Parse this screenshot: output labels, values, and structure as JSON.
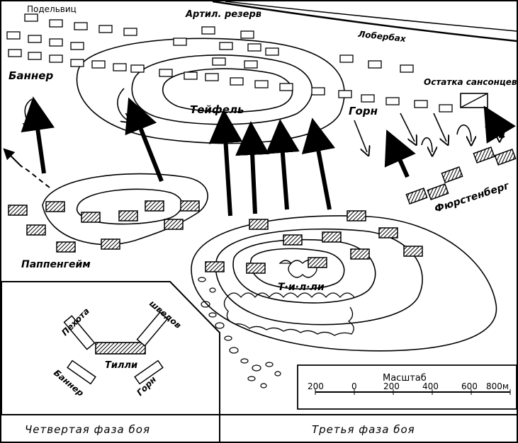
{
  "labels": {
    "podelvitsy": "Подельвиц",
    "artillery_reserve": "Артил. резерв",
    "loberbach": "Лобербах",
    "banner": "Баннер",
    "teufel": "Тейфель",
    "horn": "Горн",
    "saxon_remnants": "Остатка сансонцев",
    "fuerstenberg": "Фюрстенберг",
    "pappenheim": "Паппенгейм",
    "tilly": "Т·и·л·ли"
  },
  "inset": {
    "infantry": "Пехота",
    "swedes": "шведов",
    "tilly": "Тилли",
    "banner": "Баннер",
    "horn": "Горн"
  },
  "scale": {
    "title": "Масштаб",
    "ticks": [
      "200",
      "0",
      "200",
      "400",
      "600",
      "800м"
    ]
  },
  "captions": {
    "phase4": "Четвертая фаза боя",
    "phase3": "Третья фаза боя"
  }
}
